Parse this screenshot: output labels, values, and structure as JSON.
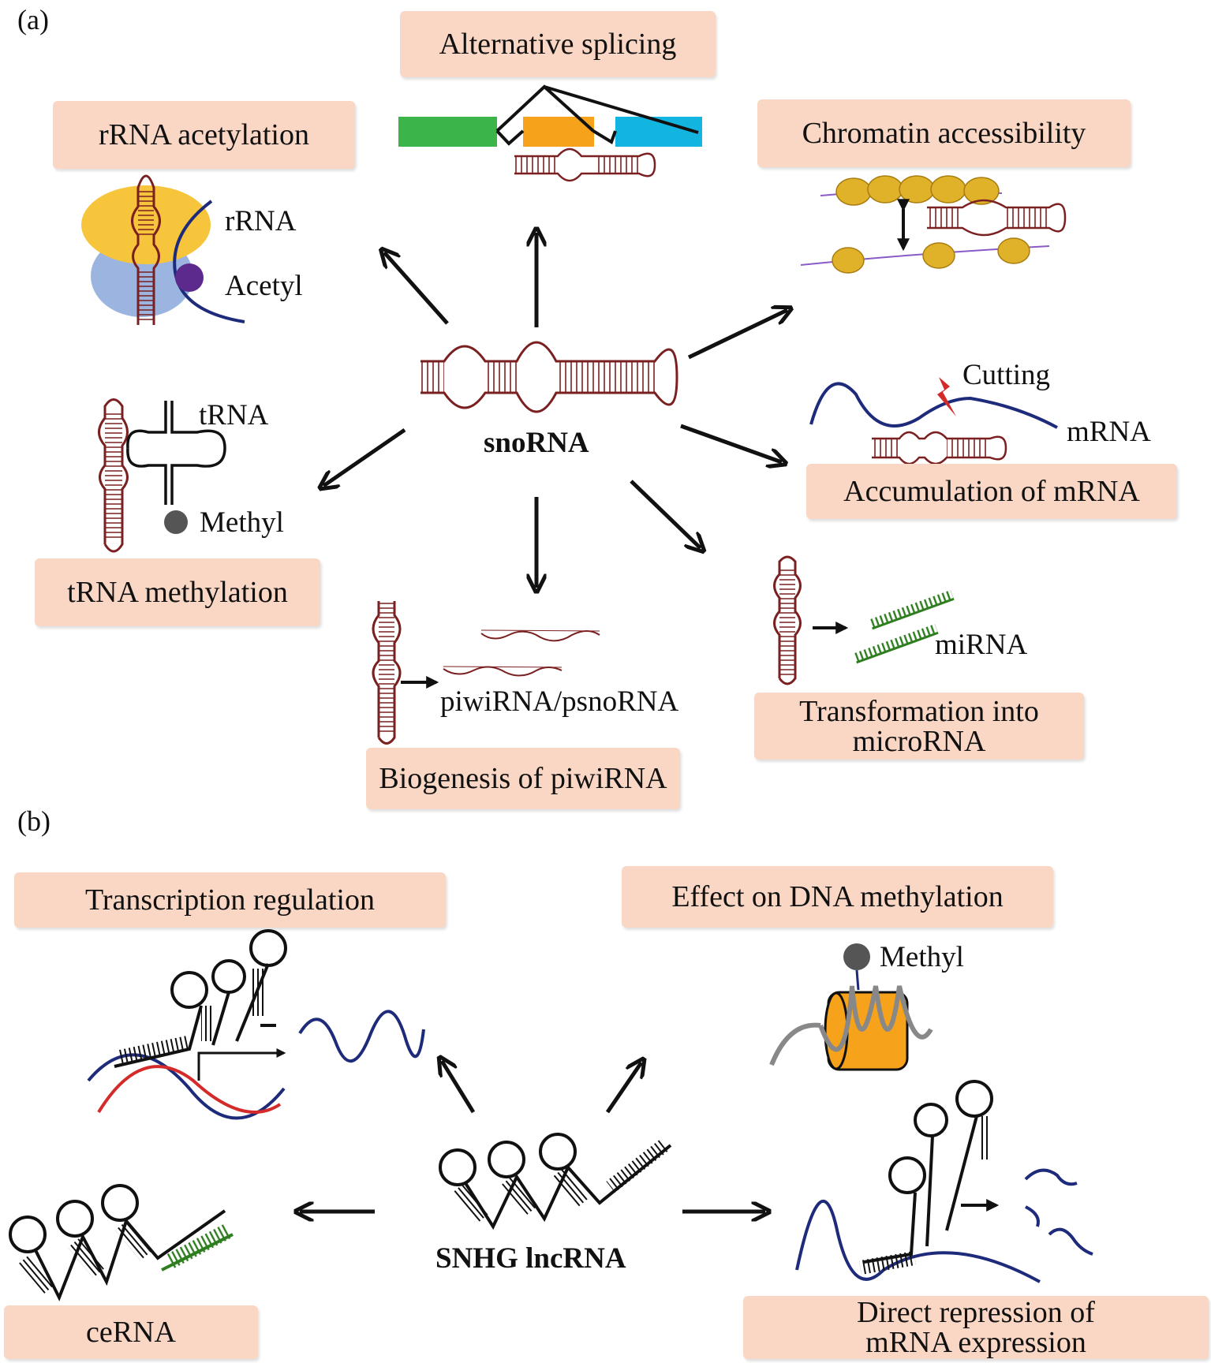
{
  "panels": {
    "a": "(a)",
    "b": "(b)"
  },
  "panel_a": {
    "center": "snoRNA",
    "boxes": {
      "alt_splicing": "Alternative splicing",
      "rrna_acetylation": "rRNA acetylation",
      "chromatin": "Chromatin accessibility",
      "trna_methylation": "tRNA methylation",
      "accumulation": "Accumulation of mRNA",
      "biogenesis": "Biogenesis of piwiRNA",
      "transformation_1": "Transformation into",
      "transformation_2": "microRNA"
    },
    "labels": {
      "rrna": "rRNA",
      "acetyl": "Acetyl",
      "trna": "tRNA",
      "methyl": "Methyl",
      "cutting": "Cutting",
      "mrna": "mRNA",
      "mirna": "miRNA",
      "piwi": "piwiRNA/psnoRNA"
    }
  },
  "panel_b": {
    "center": "SNHG lncRNA",
    "boxes": {
      "transcription": "Transcription regulation",
      "dna_methylation": "Effect on DNA methylation",
      "cerna": "ceRNA",
      "repression_1": "Direct repression of",
      "repression_2": "mRNA expression"
    },
    "labels": {
      "methyl": "Methyl"
    }
  },
  "colors": {
    "box_fill": "#f9d7c4",
    "rna_stem": "#7a2020",
    "mrna_blue": "#1e2a7a",
    "green": "#3bb54a",
    "orange": "#f6a21b",
    "cyan": "#12b5e0",
    "yellow": "#f7c53c",
    "lightblue": "#9bb4e0",
    "purple": "#5b2a8c",
    "red": "#d42a2a",
    "mirna_green": "#2e7d1f"
  }
}
